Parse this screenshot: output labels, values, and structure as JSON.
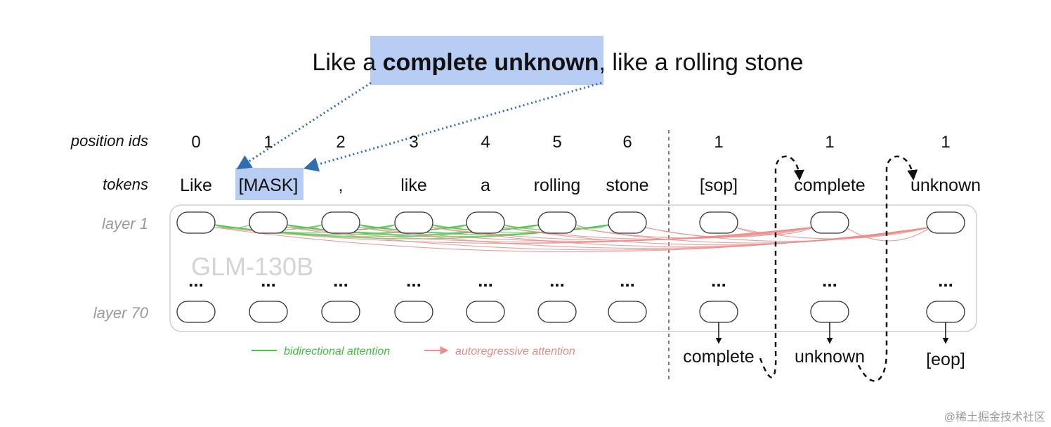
{
  "sentence": {
    "before": "Like a ",
    "highlight": "complete unknown",
    "after": ", like a rolling stone"
  },
  "labels": {
    "position_ids": "position ids",
    "tokens": "tokens",
    "layer_first": "layer 1",
    "layer_last": "layer 70",
    "model": "GLM-130B",
    "ellipsis": "..."
  },
  "part_a": {
    "position_ids": [
      "0",
      "1",
      "2",
      "3",
      "4",
      "5",
      "6"
    ],
    "tokens": [
      "Like",
      "[MASK]",
      ",",
      "like",
      "a",
      "rolling",
      "stone"
    ]
  },
  "part_b": {
    "position_ids": [
      "1",
      "1",
      "1"
    ],
    "tokens": [
      "[sop]",
      "complete",
      "unknown"
    ],
    "outputs": [
      "complete",
      "unknown",
      "[eop]"
    ]
  },
  "legend": {
    "bidirectional": "bidirectional attention",
    "autoregressive": "autoregressive attention"
  },
  "colors": {
    "highlight": "#b8cdf3",
    "bidirectional": "#4cc44c",
    "autoregressive": "#ea8f8b",
    "dotted_arrow": "#2f6fb0",
    "box_border": "#cfcfcf"
  },
  "watermark": "@稀土掘金技术社区"
}
